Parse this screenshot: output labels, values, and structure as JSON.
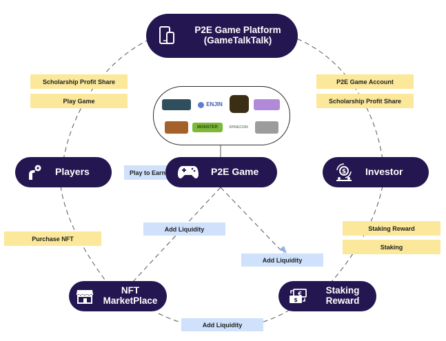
{
  "nodes": {
    "platform": {
      "line1": "P2E Game Platform",
      "line2": "(GameTalkTalk)",
      "icon": "tablet-phone-icon"
    },
    "players": {
      "label": "Players",
      "icon": "user-gear-icon"
    },
    "p2e_game": {
      "label": "P2E Game",
      "icon": "gamepad-icon"
    },
    "investor": {
      "label": "Investor",
      "icon": "investor-coin-icon"
    },
    "nft": {
      "line1": "NFT",
      "line2": "MarketPlace",
      "icon": "store-icon"
    },
    "staking": {
      "line1": "Staking",
      "line2": "Reward",
      "icon": "money-exchange-icon"
    }
  },
  "tags": {
    "scholarship_left": "Scholarship Profit Share",
    "play_game": "Play Game",
    "p2e_account": "P2E Game Account",
    "scholarship_right": "Scholarship Profit Share",
    "play_to_earn": "Play to Earn",
    "purchase_nft": "Purchase NFT",
    "add_liquidity_mid": "Add Liquidity",
    "add_liquidity_right": "Add Liquidity",
    "add_liquidity_bottom": "Add Liquidity",
    "staking_reward": "Staking Reward",
    "staking": "Staking"
  },
  "partner_logos": {
    "enjin": "ENJIN",
    "monster": "MONSTER",
    "spinecoin": "SPINECOIN"
  },
  "colors": {
    "node_bg": "#241650",
    "tag_yellow": "#fbe89a",
    "tag_blue": "#cfe1fb"
  }
}
